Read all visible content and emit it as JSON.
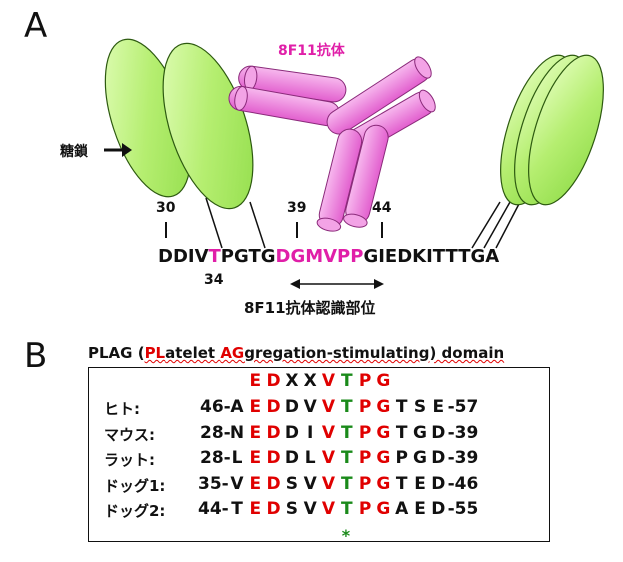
{
  "panel_a": {
    "letter": "A",
    "antibody_label": "8F11抗体",
    "glycan_label": "糖鎖",
    "glycan_arrow": "→",
    "num_30": "30",
    "num_39": "39",
    "num_44": "44",
    "num_34": "34",
    "sequence_parts": [
      {
        "text": "DDIV",
        "color": "black"
      },
      {
        "text": "T",
        "color": "magenta"
      },
      {
        "text": "PGTG",
        "color": "black"
      },
      {
        "text": "DGMVPP",
        "color": "magenta"
      },
      {
        "text": "GIEDKITTTGA",
        "color": "black"
      }
    ],
    "epitope_arrow": "◀——————▶",
    "epitope_label": "8F11抗体認識部位"
  },
  "panel_b": {
    "letter": "B",
    "title_prefix": "PLAG (",
    "title_pl": "PL",
    "title_mid": "atelet ",
    "title_ag": "AG",
    "title_suffix": "gregation-stimulating) domain",
    "consensus": [
      "E",
      "D",
      "X",
      "X",
      "V",
      "T",
      "P",
      "G"
    ],
    "rows": [
      {
        "species": "ヒト:",
        "start": "46-",
        "residues": [
          "A",
          "E",
          "D",
          "D",
          "V",
          "V",
          "T",
          "P",
          "G",
          "T",
          "S",
          "E"
        ],
        "end": "-57"
      },
      {
        "species": "マウス:",
        "start": "28-",
        "residues": [
          "N",
          "E",
          "D",
          "D",
          "I",
          "V",
          "T",
          "P",
          "G",
          "T",
          "G",
          "D"
        ],
        "end": "-39"
      },
      {
        "species": "ラット:",
        "start": "28-",
        "residues": [
          "L",
          "E",
          "D",
          "D",
          "L",
          "V",
          "T",
          "P",
          "G",
          "P",
          "G",
          "D"
        ],
        "end": "-39"
      },
      {
        "species": "ドッグ1:",
        "start": "35-",
        "residues": [
          "V",
          "E",
          "D",
          "S",
          "V",
          "V",
          "T",
          "P",
          "G",
          "T",
          "E",
          "D"
        ],
        "end": "-46"
      },
      {
        "species": "ドッグ2:",
        "start": "44-",
        "residues": [
          "T",
          "E",
          "D",
          "S",
          "V",
          "V",
          "T",
          "P",
          "G",
          "A",
          "E",
          "D"
        ],
        "end": "-55"
      }
    ],
    "star": "*"
  },
  "colors": {
    "magenta": "#e01fa8",
    "red": "#e00000",
    "green": "#1a8a1a",
    "glycan_fill": "#b8f07a",
    "glycan_stroke": "#2d5a10",
    "antibody_fill": "#f08ae0"
  }
}
